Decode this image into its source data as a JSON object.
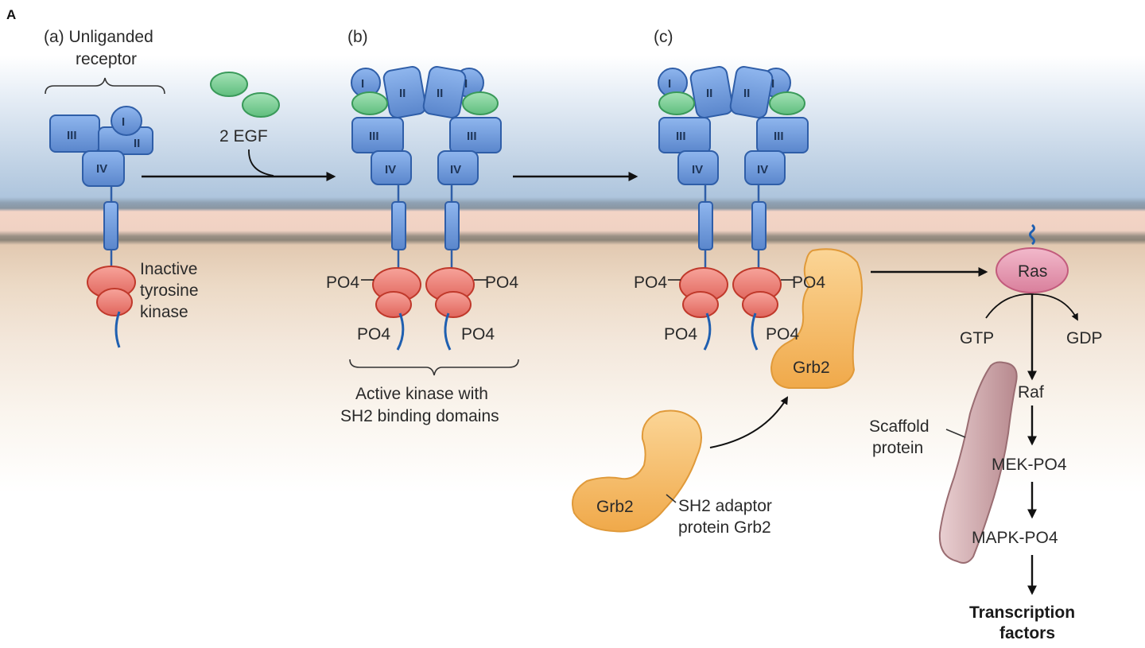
{
  "panel_letter": "A",
  "panels": {
    "a": {
      "title_line1": "(a) Unliganded",
      "title_line2": "receptor"
    },
    "b": {
      "title": "(b)",
      "caption_line1": "Active kinase with",
      "caption_line2": "SH2 binding domains"
    },
    "c": {
      "title": "(c)"
    }
  },
  "domains": {
    "d1": "I",
    "d2": "II",
    "d3": "III",
    "d4": "IV"
  },
  "ligand_label": "2 EGF",
  "inactive_kinase": {
    "line1": "Inactive",
    "line2": "tyrosine",
    "line3": "kinase"
  },
  "phosphate": "PO4",
  "adaptor": {
    "name": "Grb2",
    "label_line1": "SH2 adaptor",
    "label_line2": "protein Grb2"
  },
  "pathway": {
    "ras": "Ras",
    "gtp": "GTP",
    "gdp": "GDP",
    "raf": "Raf",
    "mek": "MEK-PO4",
    "mapk": "MAPK-PO4",
    "scaffold_line1": "Scaffold",
    "scaffold_line2": "protein",
    "tf_line1": "Transcription",
    "tf_line2": "factors"
  },
  "colors": {
    "receptor": "#6e9be0",
    "kinase": "#f08a80",
    "egf": "#7ed09a",
    "grb2": "#f6c06a",
    "ras": "#e59cb3",
    "scaffold": "#c9a2a6"
  }
}
